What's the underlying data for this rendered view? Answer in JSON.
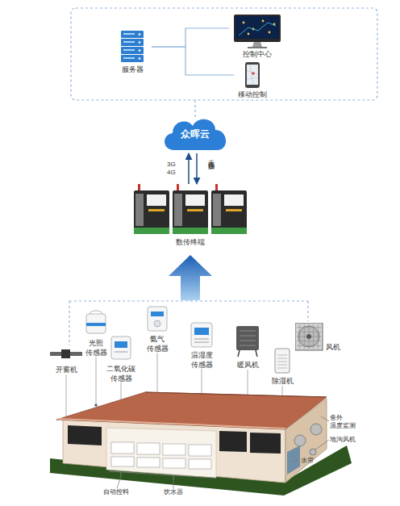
{
  "diagram": {
    "nodes": [
      {
        "text": [
          "服务器"
        ]
      },
      {
        "text": [
          "控制中心"
        ]
      },
      {
        "text": [
          "移动控制"
        ]
      },
      {
        "text": [
          "众晖云"
        ]
      },
      {
        "text": [
          "数传终端"
        ]
      },
      {
        "text": [
          "开窗机"
        ]
      },
      {
        "text": [
          "光照 传感器"
        ]
      },
      {
        "text": [
          "二氧化碳 传感器"
        ]
      },
      {
        "text": [
          "氨气 传感器"
        ]
      },
      {
        "text": [
          "温湿度 传感器"
        ]
      },
      {
        "text": [
          "暖风机"
        ]
      },
      {
        "text": [
          "除湿机"
        ]
      },
      {
        "text": [
          "风机"
        ]
      }
    ],
    "edges": [
      {
        "from": 0,
        "to": 1,
        "arrow": "none"
      },
      {
        "from": 0,
        "to": 2,
        "arrow": "none"
      },
      {
        "from": 4,
        "to": 3,
        "arrow": "to"
      },
      {
        "from": 3,
        "to": 4,
        "arrow": "to"
      }
    ],
    "labels": [
      "3G 4G",
      "无线连接",
      "舍外 温度监测",
      "地沟风机",
      "水帘",
      "自动控料",
      "饮水器"
    ]
  }
}
